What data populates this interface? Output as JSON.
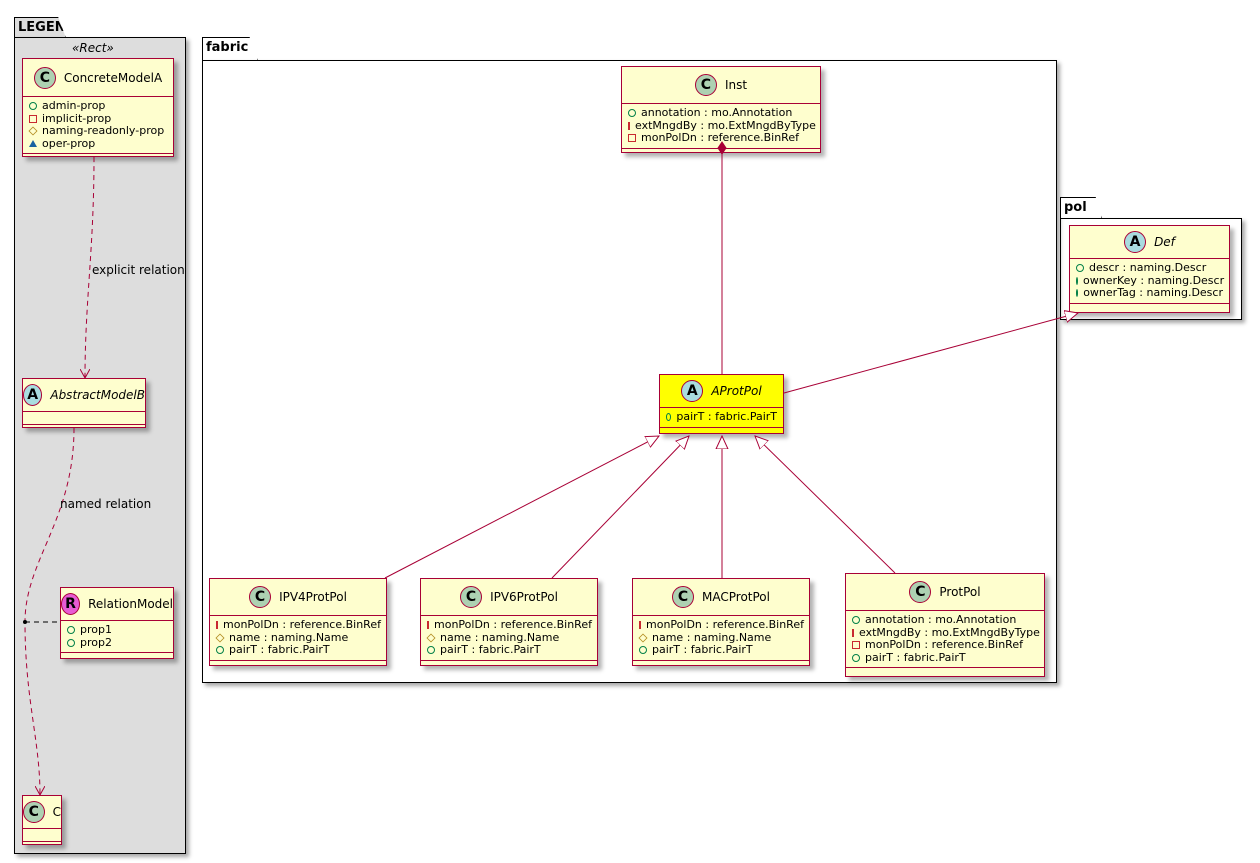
{
  "packages": {
    "legend": {
      "title": "LEGEND",
      "stereotype": "«Rect»"
    },
    "fabric": {
      "title": "fabric"
    },
    "pol": {
      "title": "pol"
    }
  },
  "classes": {
    "ConcreteModelA": {
      "name": "ConcreteModelA",
      "kind": "C",
      "attrs": [
        {
          "vis": "public",
          "text": "admin-prop"
        },
        {
          "vis": "private",
          "text": "implicit-prop"
        },
        {
          "vis": "protected",
          "text": "naming-readonly-prop"
        },
        {
          "vis": "package",
          "text": "oper-prop"
        }
      ]
    },
    "AbstractModelB": {
      "name": "AbstractModelB",
      "kind": "A",
      "attrs": []
    },
    "RelationModel": {
      "name": "RelationModel",
      "kind": "R",
      "attrs": [
        {
          "vis": "public",
          "text": "prop1"
        },
        {
          "vis": "public",
          "text": "prop2"
        }
      ]
    },
    "C": {
      "name": "C",
      "kind": "C",
      "attrs": []
    },
    "Inst": {
      "name": "Inst",
      "kind": "C",
      "attrs": [
        {
          "vis": "public",
          "text": "annotation : mo.Annotation"
        },
        {
          "vis": "private",
          "text": "extMngdBy : mo.ExtMngdByType"
        },
        {
          "vis": "private",
          "text": "monPolDn : reference.BinRef"
        }
      ]
    },
    "AProtPol": {
      "name": "AProtPol",
      "kind": "A",
      "highlight": true,
      "attrs": [
        {
          "vis": "public",
          "text": "pairT : fabric.PairT"
        }
      ]
    },
    "IPV4ProtPol": {
      "name": "IPV4ProtPol",
      "kind": "C",
      "attrs": [
        {
          "vis": "private",
          "text": "monPolDn : reference.BinRef"
        },
        {
          "vis": "protected",
          "text": "name : naming.Name"
        },
        {
          "vis": "public",
          "text": "pairT : fabric.PairT"
        }
      ]
    },
    "IPV6ProtPol": {
      "name": "IPV6ProtPol",
      "kind": "C",
      "attrs": [
        {
          "vis": "private",
          "text": "monPolDn : reference.BinRef"
        },
        {
          "vis": "protected",
          "text": "name : naming.Name"
        },
        {
          "vis": "public",
          "text": "pairT : fabric.PairT"
        }
      ]
    },
    "MACProtPol": {
      "name": "MACProtPol",
      "kind": "C",
      "attrs": [
        {
          "vis": "private",
          "text": "monPolDn : reference.BinRef"
        },
        {
          "vis": "protected",
          "text": "name : naming.Name"
        },
        {
          "vis": "public",
          "text": "pairT : fabric.PairT"
        }
      ]
    },
    "ProtPol": {
      "name": "ProtPol",
      "kind": "C",
      "attrs": [
        {
          "vis": "public",
          "text": "annotation : mo.Annotation"
        },
        {
          "vis": "private",
          "text": "extMngdBy : mo.ExtMngdByType"
        },
        {
          "vis": "private",
          "text": "monPolDn : reference.BinRef"
        },
        {
          "vis": "public",
          "text": "pairT : fabric.PairT"
        }
      ]
    },
    "Def": {
      "name": "Def",
      "kind": "A",
      "attrs": [
        {
          "vis": "public",
          "text": "descr : naming.Descr"
        },
        {
          "vis": "public",
          "text": "ownerKey : naming.Descr"
        },
        {
          "vis": "public",
          "text": "ownerTag : naming.Descr"
        }
      ]
    }
  },
  "edge_labels": {
    "explicit": "explicit relation",
    "named": "named relation"
  },
  "colors": {
    "border": "#A80036",
    "fill": "#FEFECE",
    "highlight": "#FFFF00",
    "legend_bg": "#DDDDDD"
  }
}
